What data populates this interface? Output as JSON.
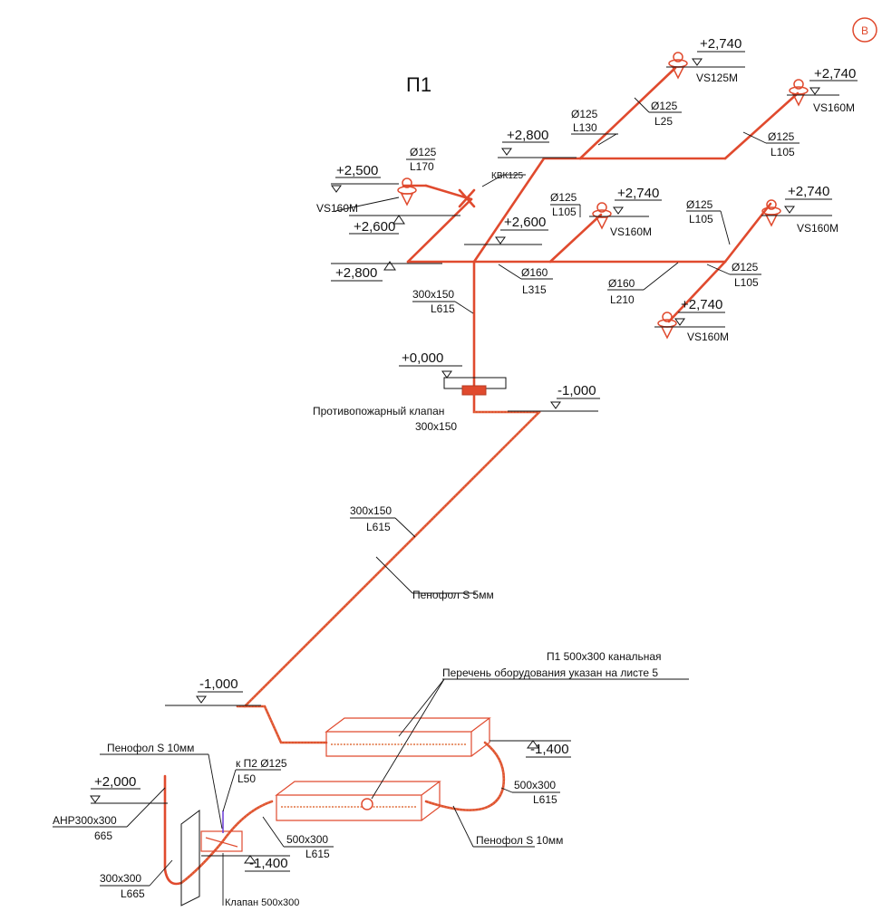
{
  "title": "П1",
  "sheet_marker": "B",
  "elevations": {
    "e1": "+2,740",
    "e2": "+2,740",
    "e3": "+2,800",
    "e4": "+2,500",
    "e5": "+2,600",
    "e6": "+2,600",
    "e7": "+2,740",
    "e8": "+2,740",
    "e9": "+2,800",
    "e10": "+2,740",
    "e11": "+0,000",
    "e12": "-1,000",
    "e13": "-1,000",
    "e14": "-1,400",
    "e15": "+2,000",
    "e16": "-1,400"
  },
  "labels": {
    "vs1": "VS125M",
    "vs2": "VS160M",
    "vs3": "VS160M",
    "vs4": "VS160M",
    "vs5": "VS160M",
    "vs6": "VS160M",
    "d1a": "Ø125",
    "d1b": "L130",
    "d2a": "Ø125",
    "d2b": "L25",
    "d3a": "Ø125",
    "d3b": "L105",
    "d4a": "Ø125",
    "d4b": "L170",
    "kvk": "КВК125",
    "d5a": "Ø125",
    "d5b": "L105",
    "d6a": "Ø125",
    "d6b": "L105",
    "d7a": "Ø160",
    "d7b": "L315",
    "d8a": "Ø160",
    "d8b": "L210",
    "d9a": "Ø125",
    "d9b": "L105",
    "d10a": "300x150",
    "d10b": "L615",
    "fire1": "Противопожарный клапан",
    "fire2": "300x150",
    "d11a": "300x150",
    "d11b": "L615",
    "penofol5": "Пенофол S 5мм",
    "unit1": "П1 500x300    канальная",
    "unit2": "Перечень оборудования указан на листе 5",
    "penofol10a": "Пенофол S 10мм",
    "kp2a": "к П2 Ø125",
    "kp2b": "L50",
    "d12a": "500x300",
    "d12b": "L615",
    "d13a": "500x300",
    "d13b": "L615",
    "penofol10b": "Пенофол S 10мм",
    "ahr1": "АНР300x300",
    "ahr2": "665",
    "d14a": "300x300",
    "d14b": "L665",
    "valve": "Клапан 500x300"
  }
}
